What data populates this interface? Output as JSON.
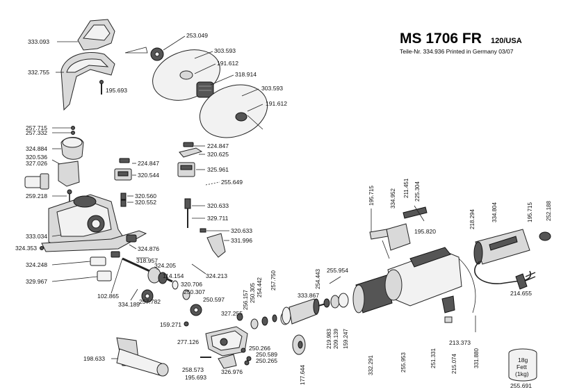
{
  "header": {
    "model": "MS 1706 FR",
    "variant": "120/USA",
    "part_number_line": "Teile-Nr. 334.936 Printed in Germany 03/07"
  },
  "grease": {
    "line1": "18g",
    "line2": "Fett",
    "line3": "(1kg)",
    "code": "255.691"
  },
  "labels": {
    "l333093": "333.093",
    "l332755": "332.755",
    "l195693a": "195.693",
    "l253049": "253.049",
    "l303593a": "303.593",
    "l191612a": "191.612",
    "l318914": "318.914",
    "l303593b": "303.593",
    "l191612b": "191.612",
    "l257715": "257.715",
    "l257332": "257.332",
    "l324884": "324.884",
    "l320536": "320.536",
    "l327026": "327.026",
    "l259218": "259.218",
    "l224847a": "224.847",
    "l320544": "320.544",
    "l224847b": "224.847",
    "l320625": "320.625",
    "l325961": "325.961",
    "l255649": "255.649",
    "l320560": "320.560",
    "l320552": "320.552",
    "l320633a": "320.633",
    "l329711": "329.711",
    "l320633b": "320.633",
    "l331996": "331.996",
    "l333034": "333.034",
    "l324353": "324.353",
    "l324248": "324.248",
    "l324876": "324.876",
    "l318957": "318.957",
    "l324205": "324.205",
    "l324213": "324.213",
    "l114154": "114.154",
    "l329967": "329.967",
    "l102865": "102.865",
    "l334189": "334.189",
    "l257782": "257.782",
    "l320706": "320.706",
    "l250307": "250.307",
    "l250597": "250.597",
    "l159271": "159.271",
    "l327255": "327.255",
    "l256157": "256.157",
    "l250305": "250.305",
    "l254442": "254.442",
    "l257750": "257.750",
    "l277126": "277.126",
    "l250266": "250.266",
    "l250589": "250.589",
    "l250265": "250.265",
    "l198633": "198.633",
    "l258573": "258.573",
    "l195693b": "195.693",
    "l326976": "326.976",
    "l333867": "333.867",
    "l254443": "254.443",
    "l255954": "255.954",
    "l219983": "219.983",
    "l209139": "209.139",
    "l159247": "159.247",
    "l332291": "332.291",
    "l177644": "177.644",
    "l255953": "255.953",
    "l195715a": "195.715",
    "l334952": "334.952",
    "l211451": "211.451",
    "l225304": "225.304",
    "l195820": "195.820",
    "l218294": "218.294",
    "l334804": "334.804",
    "l195715b": "195.715",
    "l252188": "252.188",
    "l214655": "214.655",
    "l213373": "213.373",
    "l251331": "251.331",
    "l215074": "215.074",
    "l331880": "331.880"
  }
}
